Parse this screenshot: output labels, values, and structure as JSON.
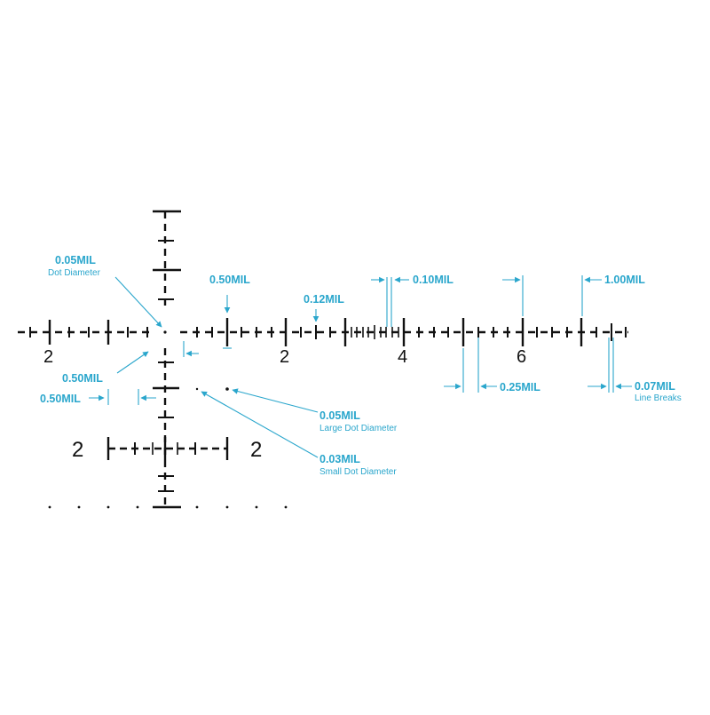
{
  "colors": {
    "reticle": "#111111",
    "annotation": "#2aa6cc",
    "background": "#ffffff"
  },
  "numbers": {
    "left_horizontal": "2",
    "right_2": "2",
    "right_4": "4",
    "right_6": "6",
    "tree_left": "2",
    "tree_right": "2"
  },
  "annotations": {
    "dot_diameter": {
      "value": "0.05MIL",
      "caption": "Dot Diameter"
    },
    "tick_050_top": {
      "value": "0.50MIL"
    },
    "tick_012": {
      "value": "0.12MIL"
    },
    "tick_010": {
      "value": "0.10MIL"
    },
    "tick_100": {
      "value": "1.00MIL"
    },
    "gap_050": {
      "value": "0.50MIL"
    },
    "offset_050": {
      "value": "0.50MIL"
    },
    "large_dot": {
      "value": "0.05MIL",
      "caption": "Large Dot Diameter"
    },
    "small_dot": {
      "value": "0.03MIL",
      "caption": "Small Dot Diameter"
    },
    "tick_025": {
      "value": "0.25MIL"
    },
    "line_breaks": {
      "value": "0.07MIL",
      "caption": "Line Breaks"
    }
  }
}
